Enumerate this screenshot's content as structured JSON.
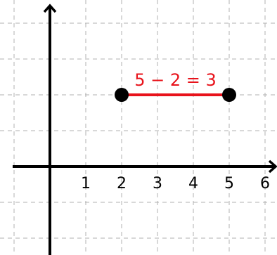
{
  "diagram": {
    "x_tick_labels": [
      "1",
      "2",
      "3",
      "4",
      "5",
      "6"
    ],
    "segment": {
      "start": 2,
      "end": 5,
      "y": 2,
      "label": "5 − 2 = 3"
    },
    "x_range": [
      -1,
      6.3
    ],
    "y_range": [
      -2.5,
      4.5
    ],
    "grid": true,
    "colors": {
      "segment": "#e8131b",
      "axis": "#000000",
      "grid": "#b0b0b0",
      "point": "#000000"
    }
  }
}
